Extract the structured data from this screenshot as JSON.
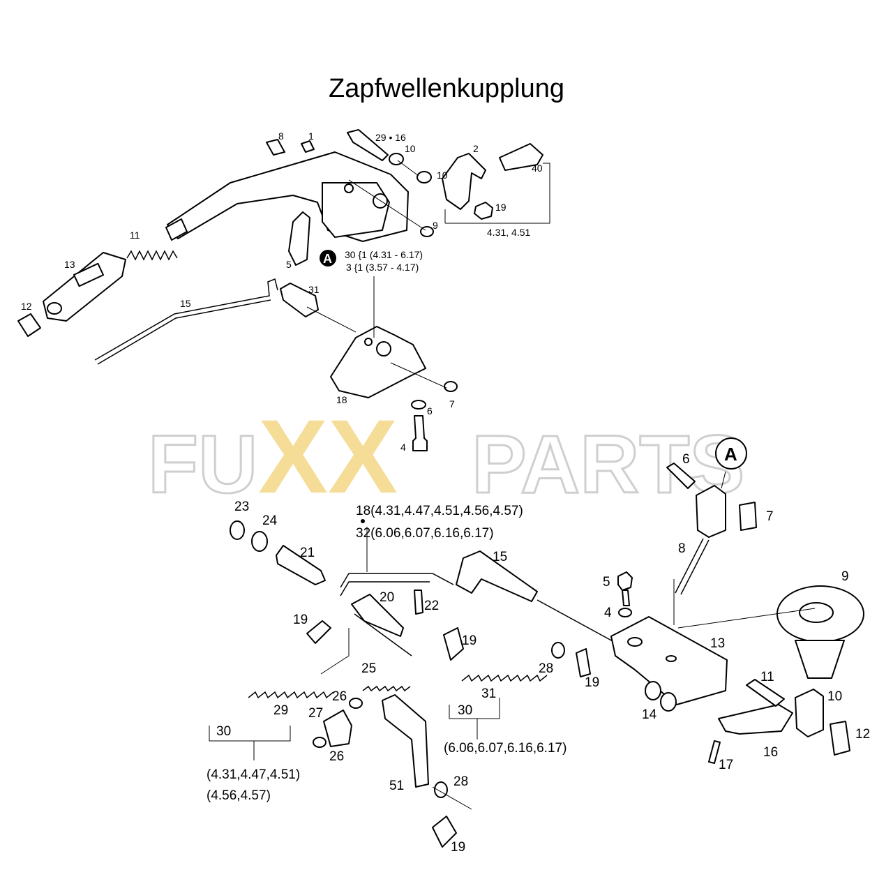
{
  "title": "Zapfwellenkupplung",
  "watermark": {
    "pre": "FU",
    "xx": "XX",
    "post": "PARTS",
    "color_gray": "#d9d9d9",
    "color_yellow": "#f5d98c"
  },
  "marker": "A",
  "upper": {
    "labels": {
      "p8": "8",
      "p1": "1",
      "p29_16": "29 • 16",
      "p10a": "10",
      "p2": "2",
      "p40": "40",
      "p10b": "10",
      "p19": "19",
      "p9": "9",
      "group_4_31": "4.31, 4.51",
      "p11": "11",
      "p13": "13",
      "p12": "12",
      "p5": "5",
      "note1": "30 {1 (4.31 - 6.17)",
      "note2": "3 {1 (3.57 - 4.17)",
      "p15": "15",
      "p31": "31",
      "p18": "18",
      "p6": "6",
      "p7": "7",
      "p4": "4"
    }
  },
  "lower": {
    "labels": {
      "p23": "23",
      "p24": "24",
      "p21": "21",
      "p19a": "19",
      "p20": "20",
      "p22": "22",
      "p19b": "19",
      "p15": "15",
      "p25": "25",
      "p26a": "26",
      "p27": "27",
      "p26b": "26",
      "p29": "29",
      "p30a": "30",
      "p28a": "28",
      "p31": "31",
      "p19c": "19",
      "p30b": "30",
      "p51": "51",
      "p28b": "28",
      "p19d": "19",
      "p6": "6",
      "p7": "7",
      "p8": "8",
      "p5": "5",
      "p4": "4",
      "p13": "13",
      "p9": "9",
      "p11": "11",
      "p10": "10",
      "p14": "14",
      "p16": "16",
      "p17": "17",
      "p12": "12",
      "note18": "18(4.31,4.47,4.51,4.56,4.57)",
      "note32": "32(6.06,6.07,6.16,6.17)",
      "group_right": "(6.06,6.07,6.16,6.17)",
      "group_left1": "(4.31,4.47,4.51)",
      "group_left2": "(4.56,4.57)"
    }
  }
}
